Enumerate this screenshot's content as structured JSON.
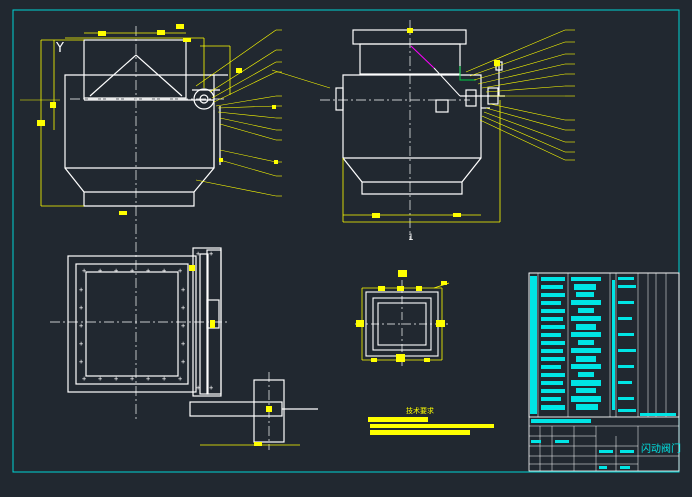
{
  "drawing": {
    "title_block_name": "闪动阀门",
    "tech_requirements_heading": "技术要求",
    "view_marker": "1",
    "side_label": "Y"
  },
  "colors": {
    "background": "#212830",
    "lines": "#ffffff",
    "dims": "#ffff00",
    "table": "#00e5e5",
    "accent_magenta": "#ff00ff",
    "accent_green": "#00cc44"
  }
}
